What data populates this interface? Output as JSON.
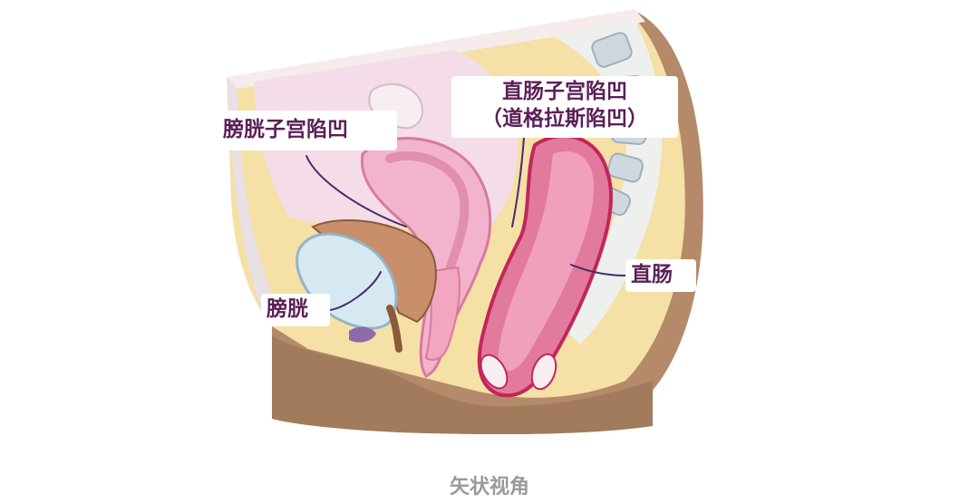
{
  "labels": {
    "vesicouterine_pouch": "膀胱子宫陷凹",
    "rectouterine_pouch_line1": "直肠子宫陷凹",
    "rectouterine_pouch_line2": "（道格拉斯陷凹）",
    "rectum": "直肠",
    "bladder": "膀胱"
  },
  "caption": "矢状视角",
  "colors": {
    "label_text": "#5b1f57",
    "leader_line": "#4a2a6a",
    "rectum": "#d8557f",
    "uterus": "#f2b4cc",
    "bladder": "#d6e9f2",
    "skin": "#b48a6a",
    "fat": "#f5e0a6",
    "caption": "#9a9a9a"
  }
}
